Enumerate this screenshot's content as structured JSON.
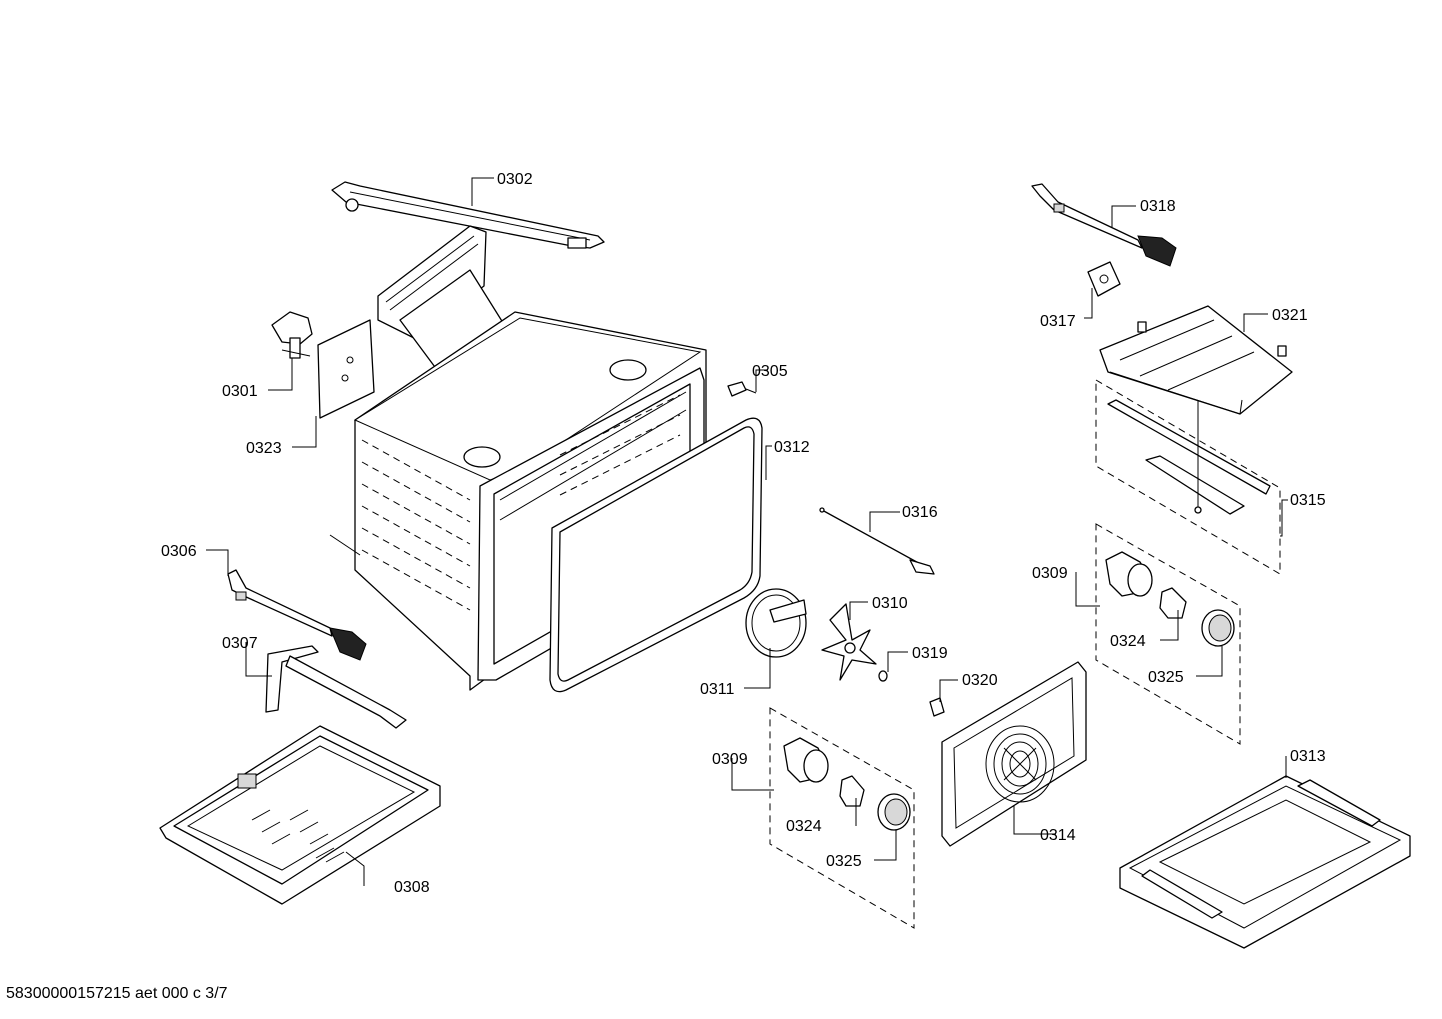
{
  "labels": {
    "p0301": "0301",
    "p0302": "0302",
    "p0305": "0305",
    "p0306": "0306",
    "p0307": "0307",
    "p0308": "0308",
    "p0309a": "0309",
    "p0309b": "0309",
    "p0310": "0310",
    "p0311": "0311",
    "p0312": "0312",
    "p0313": "0313",
    "p0314": "0314",
    "p0315": "0315",
    "p0316": "0316",
    "p0317": "0317",
    "p0318": "0318",
    "p0319": "0319",
    "p0320": "0320",
    "p0321": "0321",
    "p0323": "0323",
    "p0324a": "0324",
    "p0324b": "0324",
    "p0325a": "0325",
    "p0325b": "0325"
  },
  "footer": "58300000157215 aet 000 c 3/7"
}
